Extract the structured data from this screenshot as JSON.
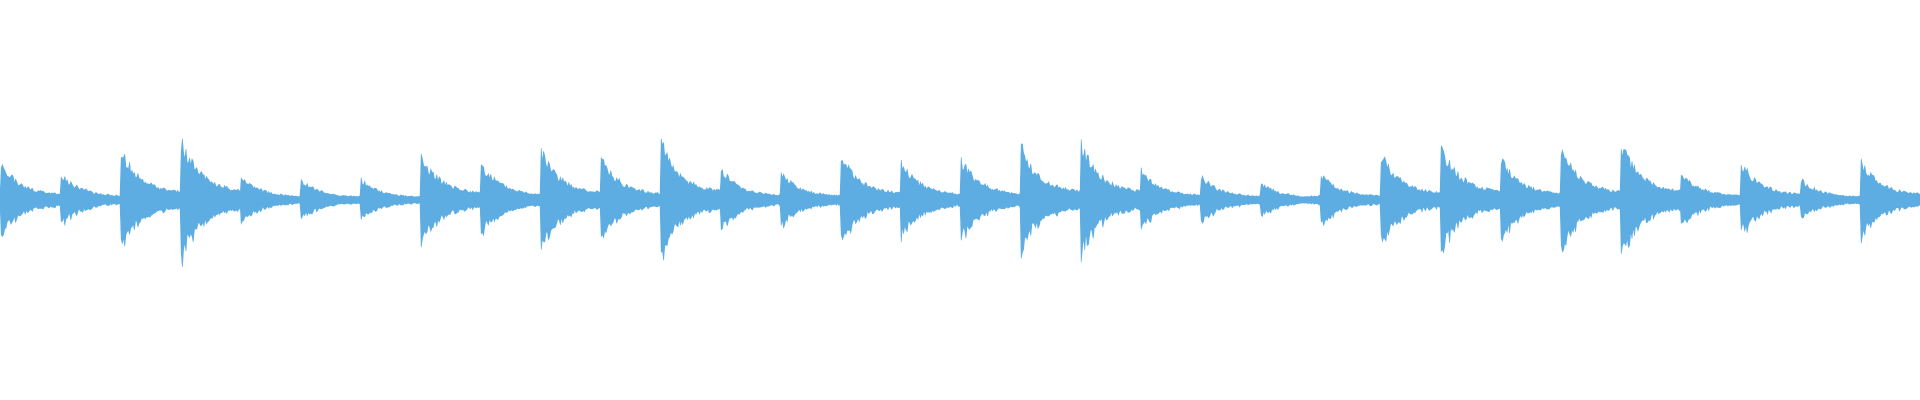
{
  "waveform": {
    "color": "#5dade2",
    "segment_count": 32,
    "segment_amplitudes": [
      0.22,
      0.16,
      0.3,
      0.36,
      0.14,
      0.12,
      0.12,
      0.27,
      0.22,
      0.29,
      0.25,
      0.34,
      0.18,
      0.16,
      0.26,
      0.22,
      0.24,
      0.32,
      0.33,
      0.18,
      0.14,
      0.1,
      0.15,
      0.27,
      0.32,
      0.24,
      0.3,
      0.34,
      0.16,
      0.22,
      0.12,
      0.23
    ]
  }
}
